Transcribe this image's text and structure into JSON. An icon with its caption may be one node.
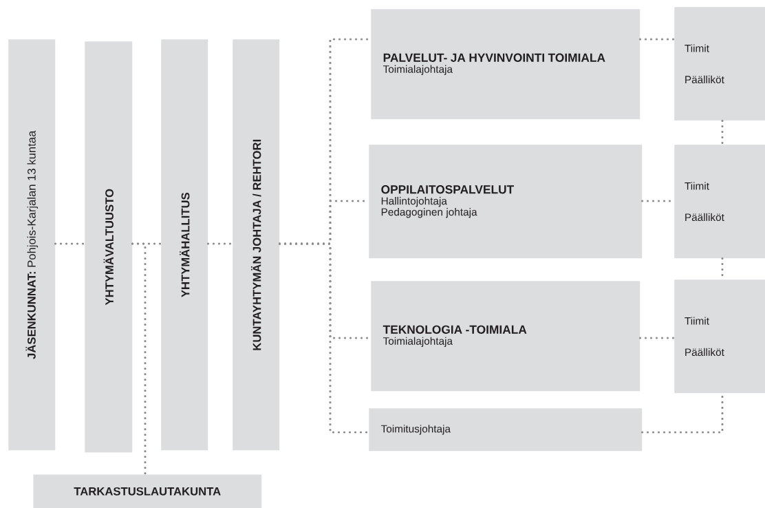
{
  "diagram": {
    "nodes": [
      {
        "text": [
          "**JÄSENKUNNAT:** Pohjois-Karjalan 13 kuntaa"
        ]
      },
      {
        "text": [
          "YHTYMÄVALTUUSTO"
        ]
      },
      {
        "text": [
          "YHTYMÄHALLITUS"
        ]
      },
      {
        "text": [
          "KUNTAYHTYMÄN JOHTAJA / REHTORI"
        ]
      },
      {
        "text": [
          "TARKASTUSLAUTAKUNTA"
        ]
      },
      {
        "text": [
          "PALVELUT- JA HYVINVOINTI TOIMIALA",
          "Toimialajohtaja"
        ]
      },
      {
        "text": [
          "Tiimit",
          "Päälliköt"
        ]
      },
      {
        "text": [
          "OPPILAITOSPALVELUT",
          "Hallintojohtaja",
          "Pedagoginen johtaja"
        ]
      },
      {
        "text": [
          "Tiimit",
          "Päälliköt"
        ]
      },
      {
        "text": [
          "TEKNOLOGIA -TOIMIALA",
          "Toimialajohtaja"
        ]
      },
      {
        "text": [
          "Tiimit",
          "Päälliköt"
        ]
      },
      {
        "text": [
          "Toimitusjohtaja"
        ]
      }
    ],
    "edges": [
      {
        "from": 0,
        "to": 1,
        "arrow": "none"
      },
      {
        "from": 1,
        "to": 2,
        "arrow": "none"
      },
      {
        "from": 1,
        "to": 4,
        "arrow": "none"
      },
      {
        "from": 2,
        "to": 3,
        "arrow": "none"
      },
      {
        "from": 3,
        "to": 5,
        "arrow": "none"
      },
      {
        "from": 3,
        "to": 7,
        "arrow": "none"
      },
      {
        "from": 3,
        "to": 9,
        "arrow": "none"
      },
      {
        "from": 3,
        "to": 11,
        "arrow": "none"
      },
      {
        "from": 5,
        "to": 6,
        "arrow": "none"
      },
      {
        "from": 7,
        "to": 8,
        "arrow": "none"
      },
      {
        "from": 9,
        "to": 10,
        "arrow": "none"
      },
      {
        "from": 6,
        "to": 8,
        "arrow": "none"
      },
      {
        "from": 8,
        "to": 10,
        "arrow": "none"
      },
      {
        "from": 11,
        "to": 10,
        "arrow": "none"
      }
    ]
  }
}
